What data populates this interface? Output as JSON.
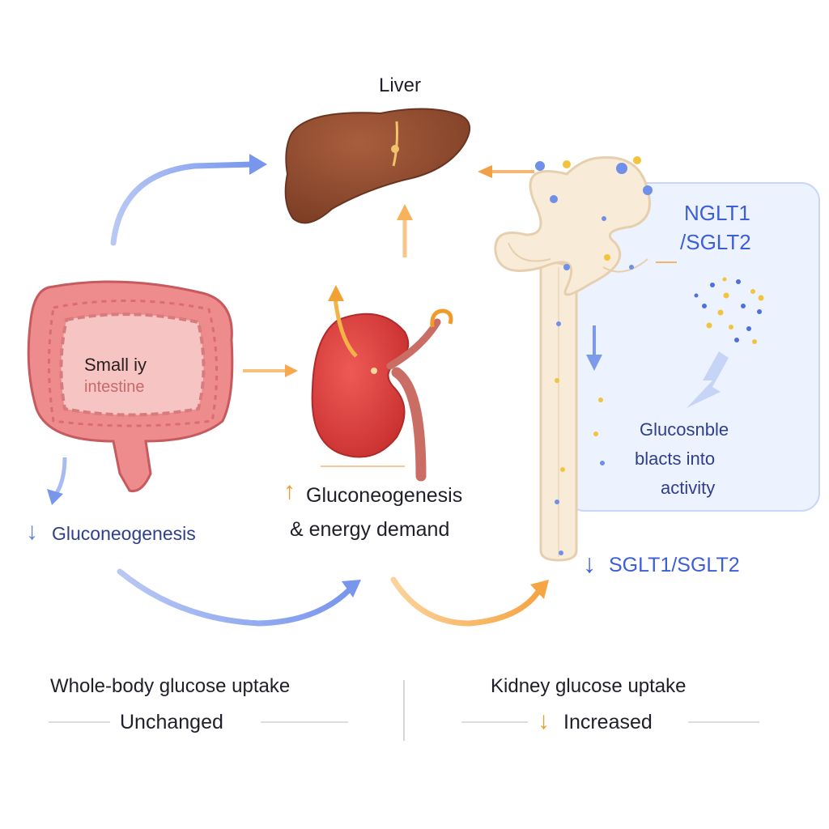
{
  "labels": {
    "liver": "Liver",
    "small_line1": "Small iy",
    "small_line2": "intestine",
    "left_arrow": "↓",
    "left_effect": "Gluconeogenesis",
    "kidney_arrow": "↑",
    "kidney_line1": "Gluconeogenesis",
    "kidney_line2": "& energy demand",
    "panel_title_line1": "NGLT1",
    "panel_title_line2": "/SGLT2",
    "panel_text_line1": "Glucosnble",
    "panel_text_line2": "blacts into",
    "panel_text_line3": "activity",
    "sglt_arrow": "↓",
    "sglt_label": "SGLT1/SGLT2"
  },
  "summary": {
    "left_title": "Whole-body glucose uptake",
    "left_value": "Unchanged",
    "right_title": "Kidney glucose uptake",
    "right_arrow": "↓",
    "right_value": "Increased"
  },
  "colors": {
    "blue_arrow": "#8aa4ef",
    "orange_arrow": "#f6b25c",
    "liver": "#8c4a2f",
    "kidney": "#dc3f3b",
    "intestine": "#e8797d",
    "nephron": "#f7ead7",
    "panel": "#eaf0ff"
  },
  "icons": [
    "liver-illustration",
    "kidney-illustration",
    "small-intestine-illustration",
    "nephron-illustration"
  ]
}
